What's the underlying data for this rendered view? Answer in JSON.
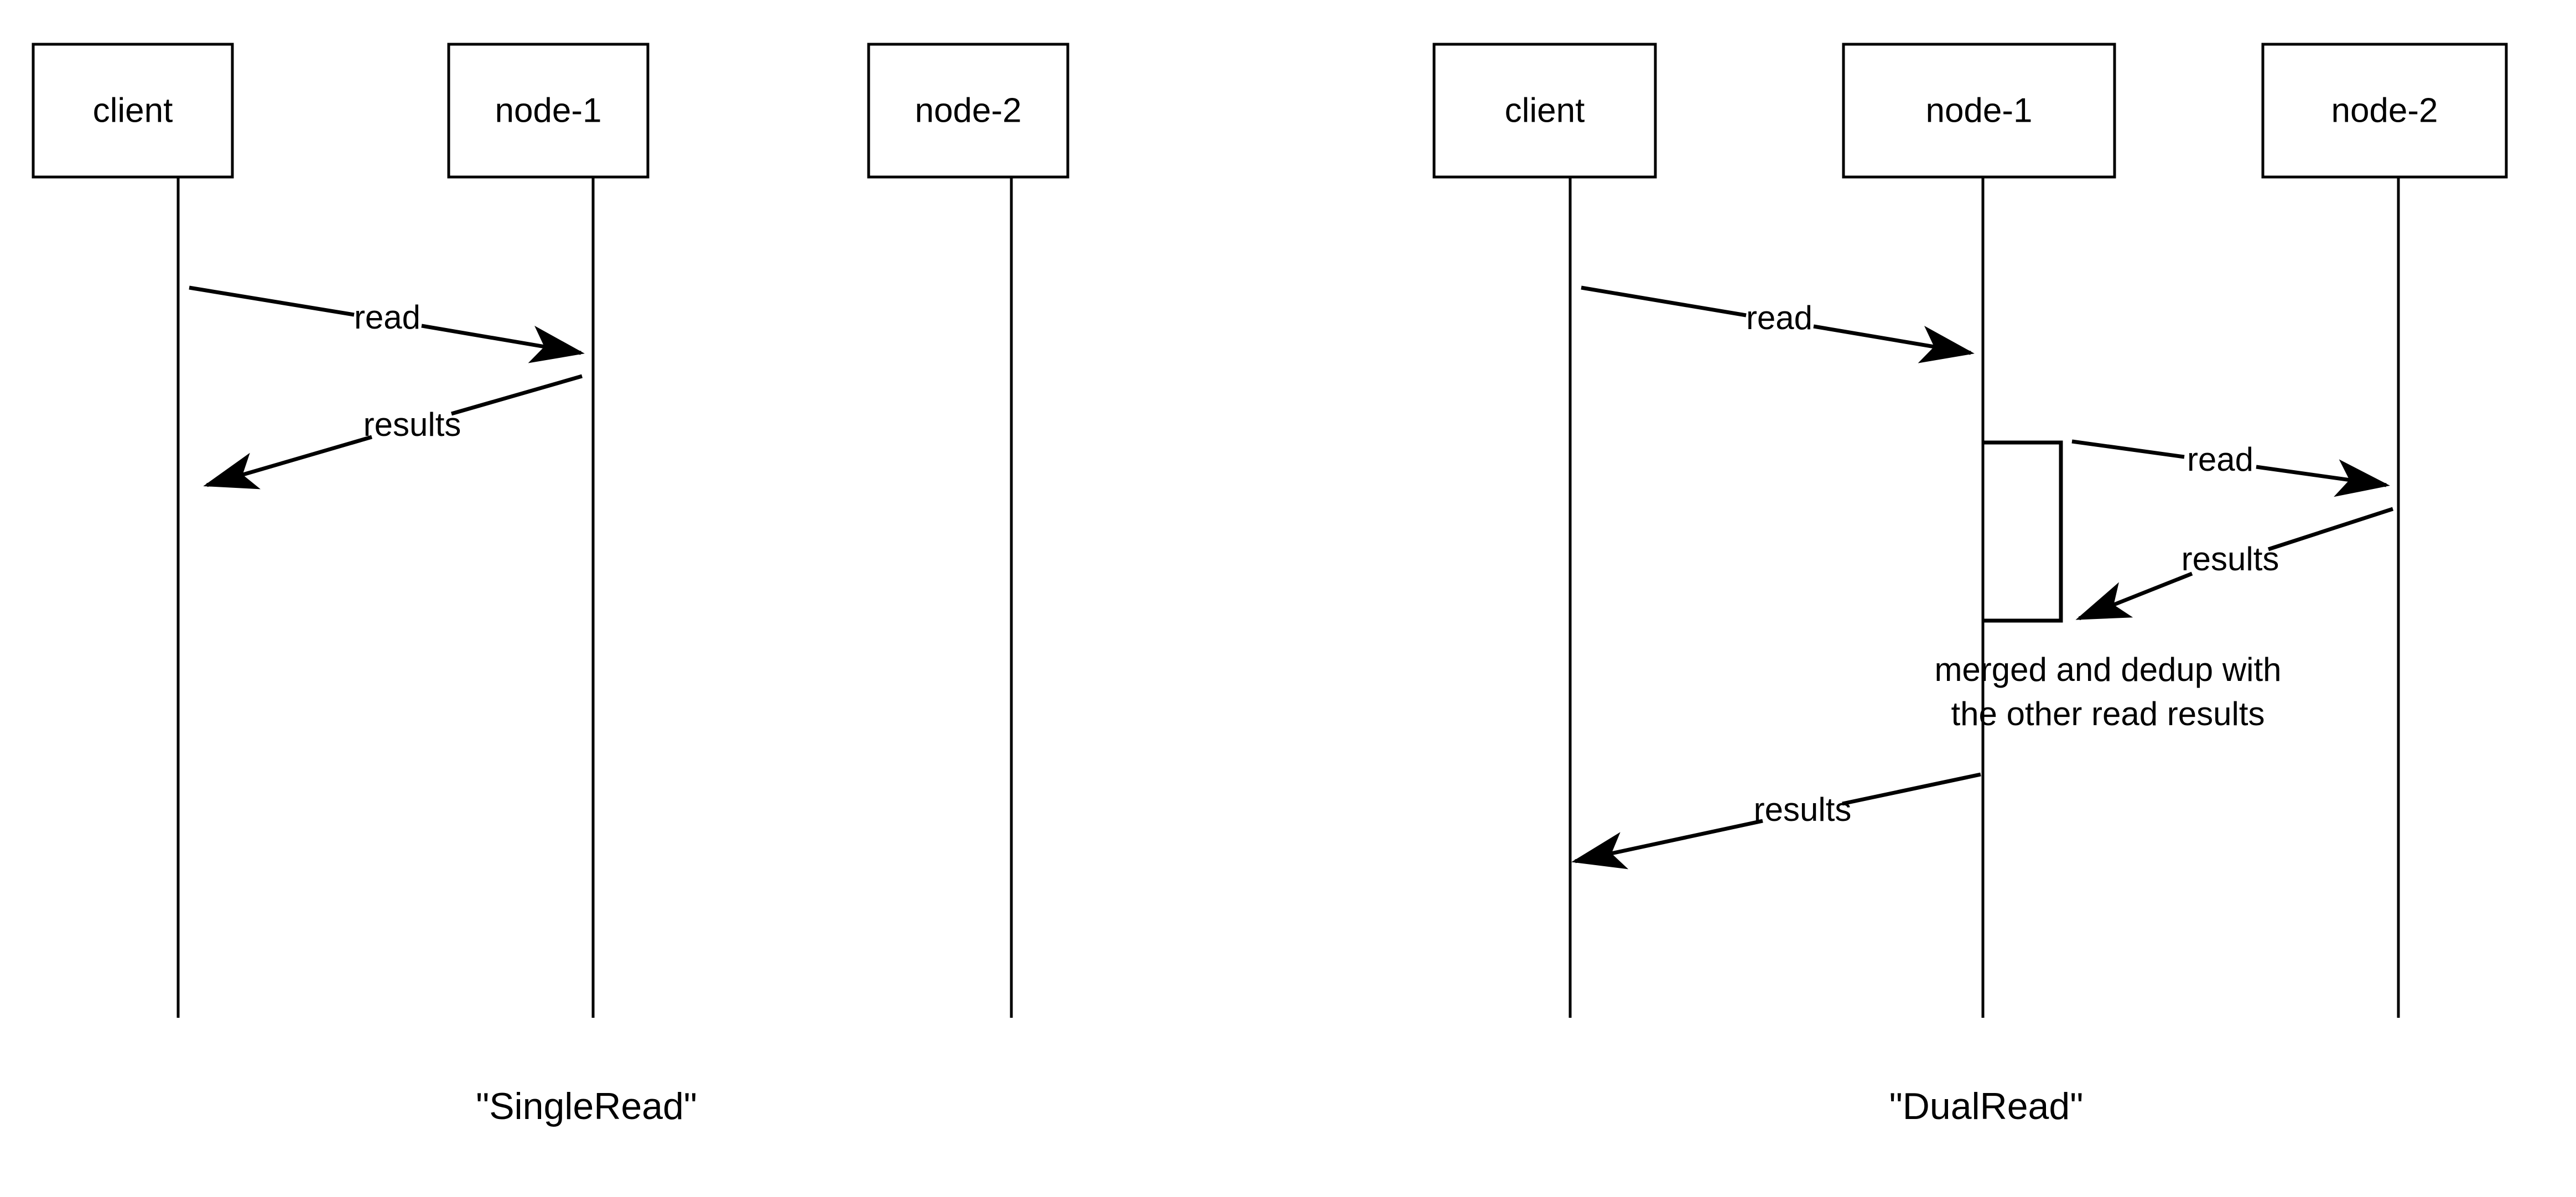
{
  "diagrams": [
    {
      "id": "single-read",
      "caption": "\"SingleRead\"",
      "participants": [
        {
          "name": "client",
          "label": "client"
        },
        {
          "name": "node-1",
          "label": "node-1"
        },
        {
          "name": "node-2",
          "label": "node-2"
        }
      ],
      "messages": [
        {
          "label": "read",
          "from": "client",
          "to": "node-1",
          "direction": "right"
        },
        {
          "label": "results",
          "from": "node-1",
          "to": "client",
          "direction": "left"
        }
      ],
      "notes": [],
      "activations": []
    },
    {
      "id": "dual-read",
      "caption": "\"DualRead\"",
      "participants": [
        {
          "name": "client",
          "label": "client"
        },
        {
          "name": "node-1",
          "label": "node-1"
        },
        {
          "name": "node-2",
          "label": "node-2"
        }
      ],
      "messages": [
        {
          "label": "read",
          "from": "client",
          "to": "node-1",
          "direction": "right"
        },
        {
          "label": "read",
          "from": "node-1",
          "to": "node-2",
          "direction": "right"
        },
        {
          "label": "results",
          "from": "node-2",
          "to": "node-1",
          "direction": "left"
        },
        {
          "label": "results",
          "from": "node-1",
          "to": "client",
          "direction": "left"
        }
      ],
      "notes": [
        {
          "on": "node-1",
          "lines": [
            "merged and dedup with",
            "the other read results"
          ]
        }
      ],
      "activations": [
        {
          "on": "node-1"
        }
      ]
    }
  ],
  "colors": {
    "stroke": "#000000",
    "background": "#ffffff",
    "text": "#000000"
  }
}
